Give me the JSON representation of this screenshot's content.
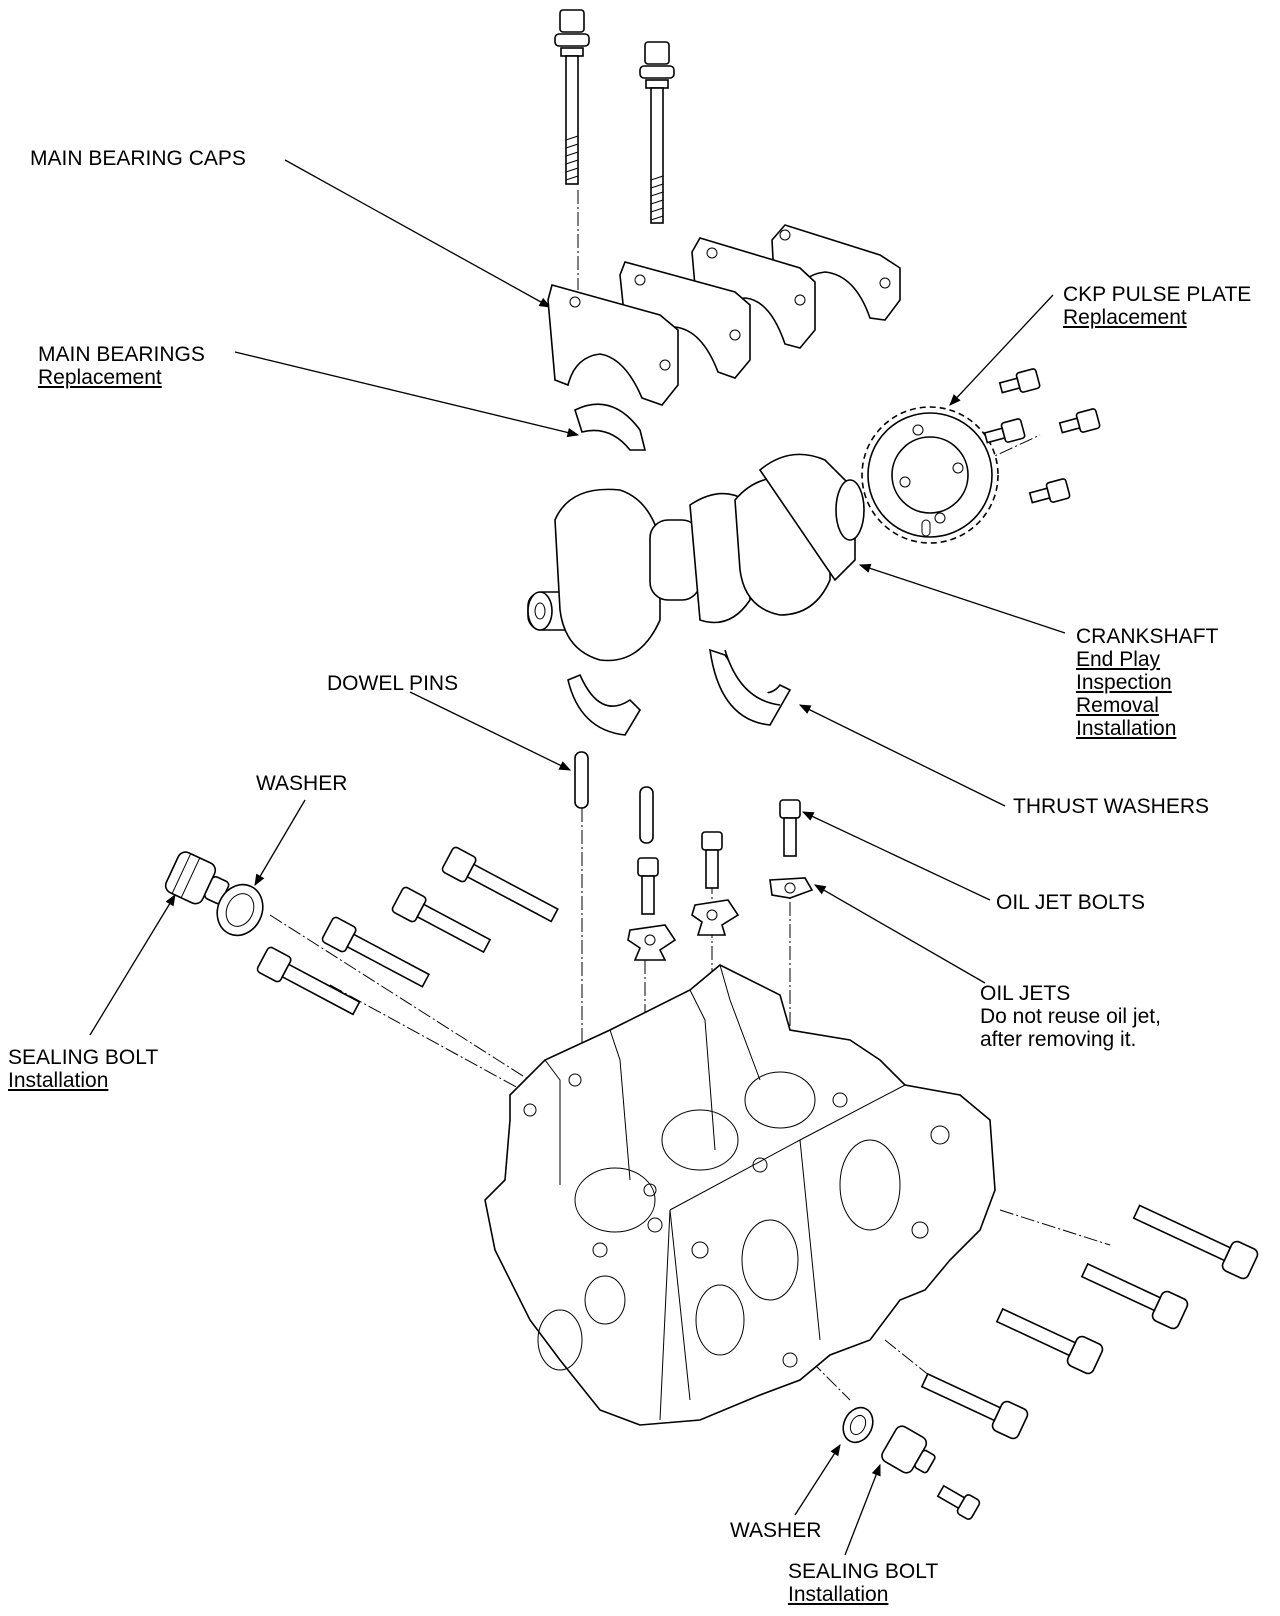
{
  "labels": {
    "main_bearing_caps": "MAIN BEARING CAPS",
    "main_bearings": "MAIN BEARINGS",
    "main_bearings_link": "Replacement",
    "ckp_pulse_plate": "CKP PULSE PLATE",
    "ckp_pulse_plate_link": "Replacement",
    "crankshaft": "CRANKSHAFT",
    "crankshaft_links": [
      "End Play",
      "Inspection",
      "Removal",
      "Installation"
    ],
    "dowel_pins": "DOWEL PINS",
    "washer_top": "WASHER",
    "thrust_washers": "THRUST WASHERS",
    "oil_jet_bolts": "OIL JET BOLTS",
    "oil_jets": "OIL JETS",
    "oil_jets_note_1": "Do not reuse oil jet,",
    "oil_jets_note_2": "after removing it.",
    "sealing_bolt_left": "SEALING BOLT",
    "sealing_bolt_left_link": "Installation",
    "washer_bottom": "WASHER",
    "sealing_bolt_bottom": "SEALING BOLT",
    "sealing_bolt_bottom_link": "Installation"
  }
}
